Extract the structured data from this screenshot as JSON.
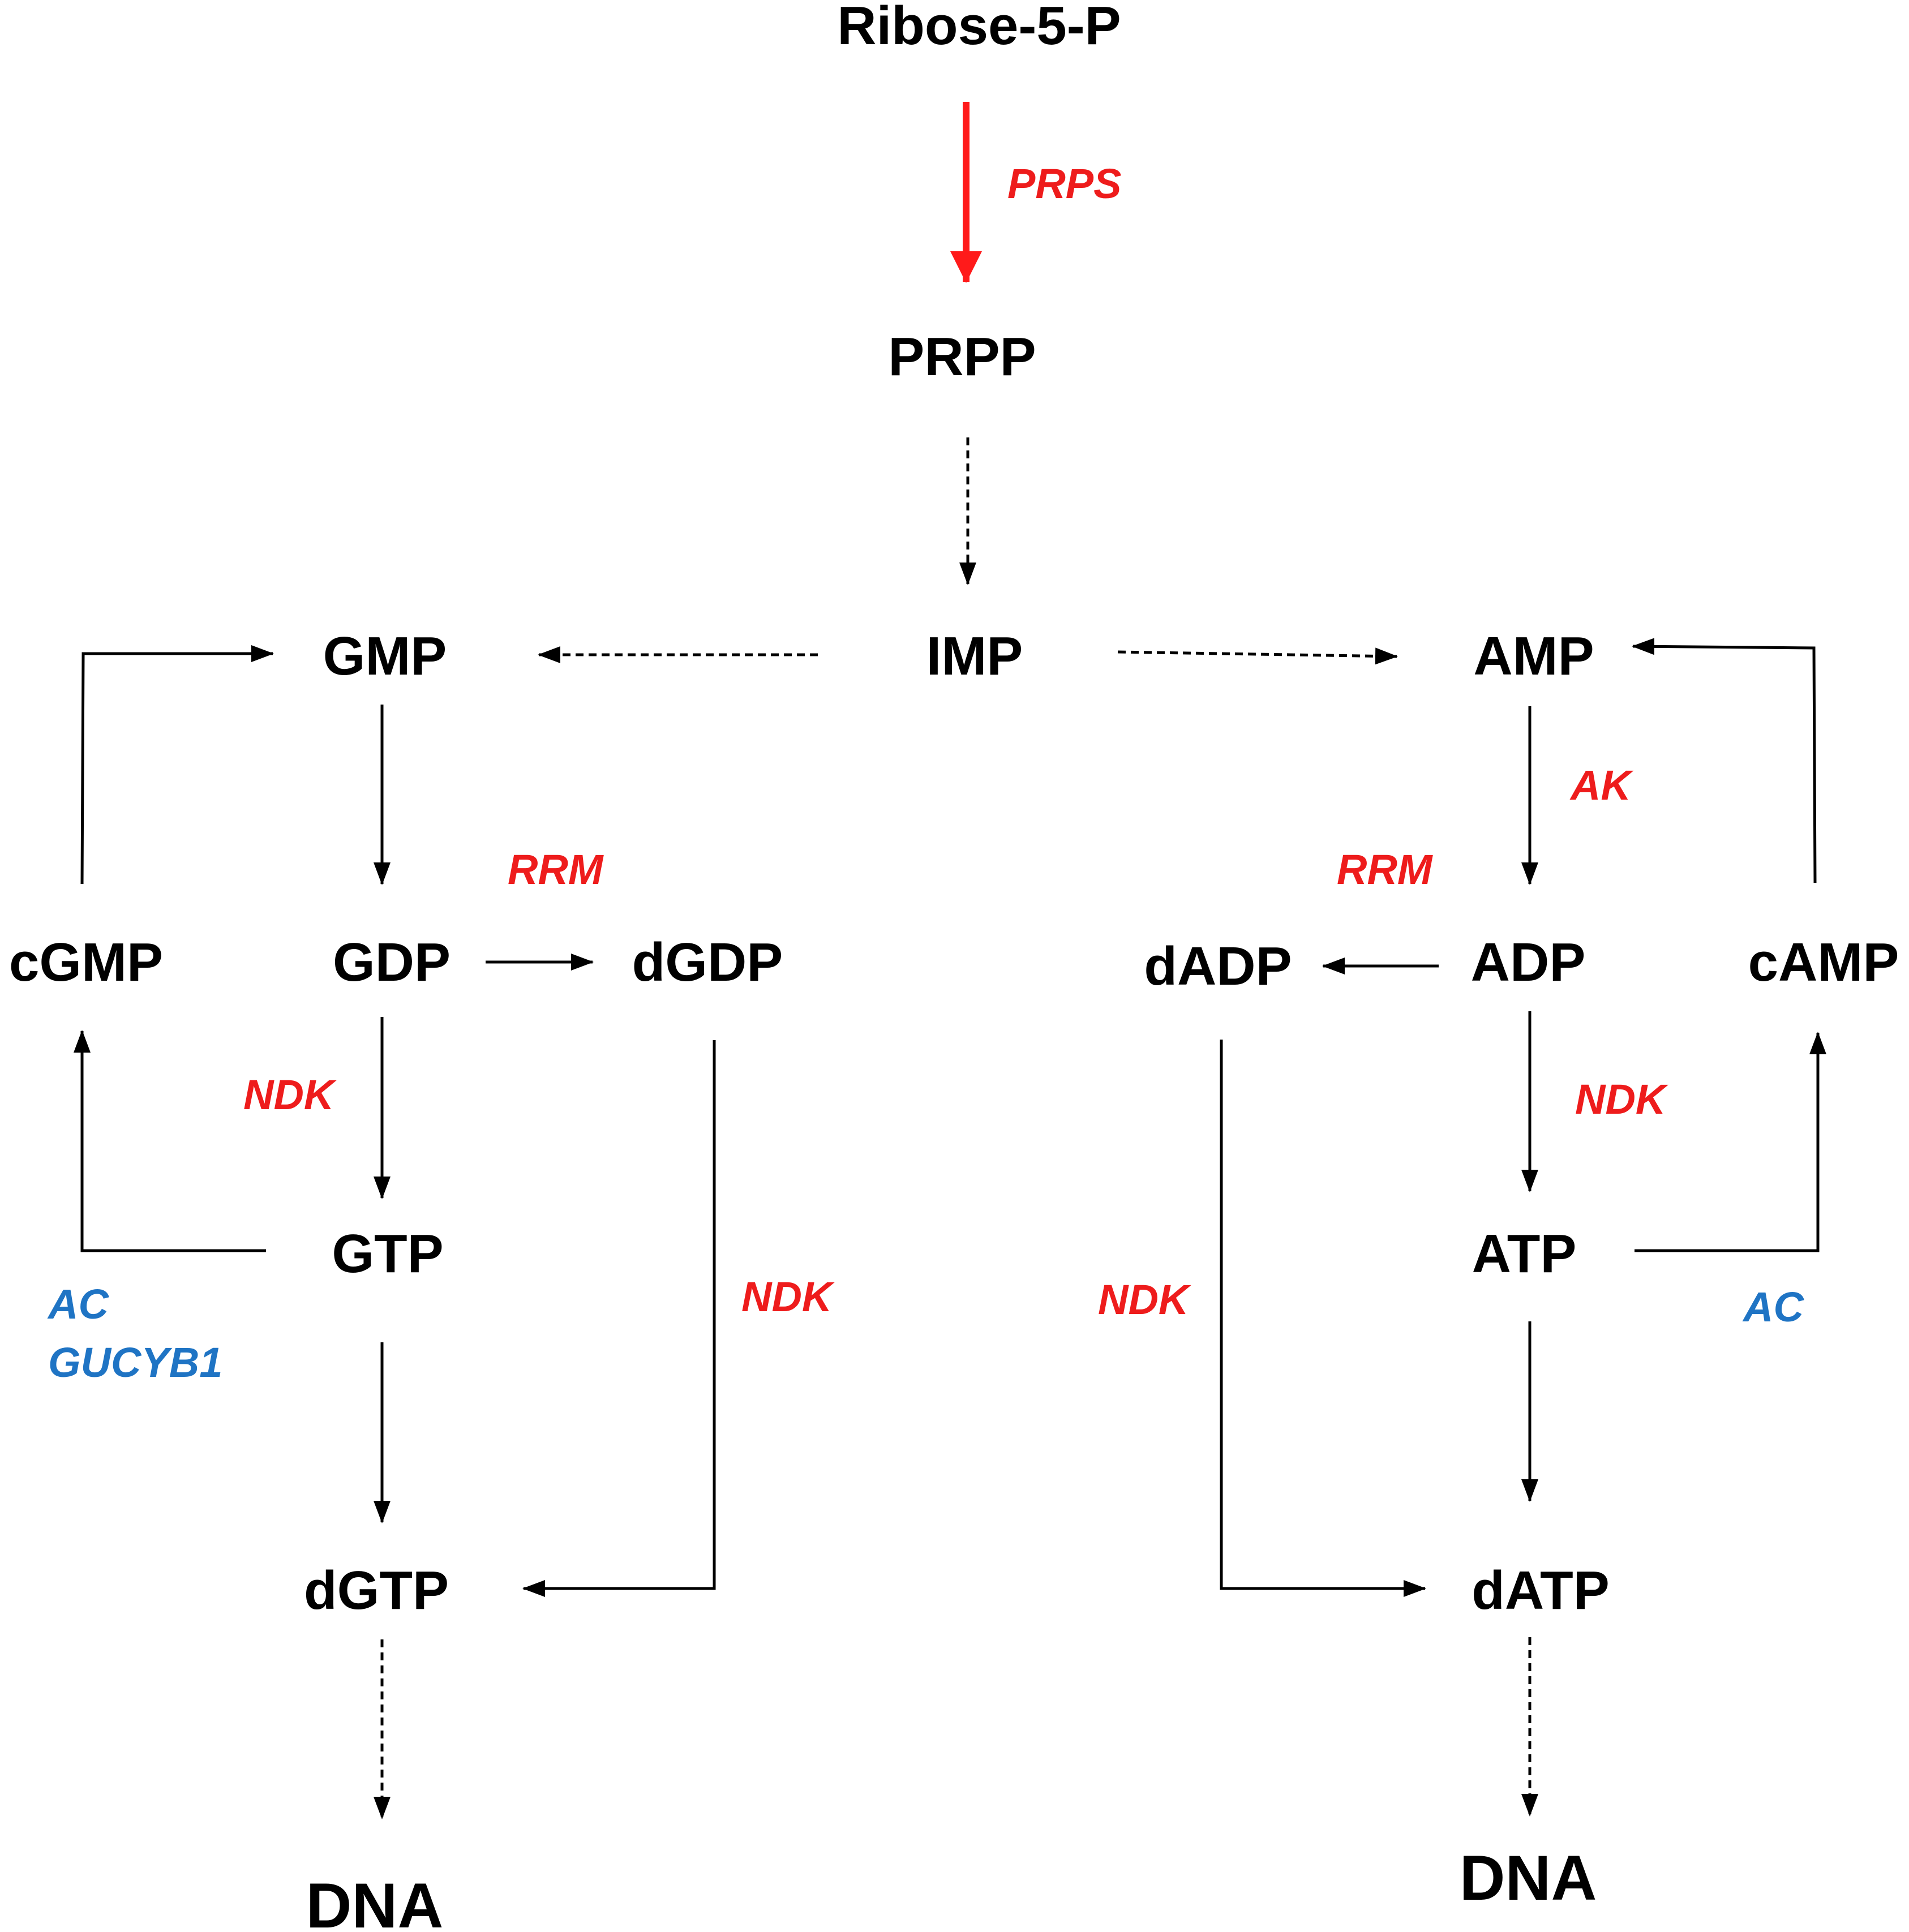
{
  "colors": {
    "node": "#000000",
    "enzyme_red": "#ee1c1c",
    "enzyme_blue": "#1f74c4",
    "arrow_black": "#000000",
    "arrow_red": "#ff1a1a"
  },
  "nodes": {
    "ribose5p": "Ribose-5-P",
    "prpp": "PRPP",
    "imp": "IMP",
    "gmp": "GMP",
    "amp": "AMP",
    "gdp": "GDP",
    "dgdp": "dGDP",
    "adp": "ADP",
    "dadp": "dADP",
    "cgmp": "cGMP",
    "camp": "cAMP",
    "gtp": "GTP",
    "atp": "ATP",
    "dgtp": "dGTP",
    "datp": "dATP",
    "dna_left": "DNA",
    "dna_right": "DNA"
  },
  "enzymes": {
    "prps": "PRPS",
    "ak": "AK",
    "rrm_left": "RRM",
    "rrm_right": "RRM",
    "ndk_gdp_gtp": "NDK",
    "ndk_dgdp_dgtp": "NDK",
    "ndk_dadp_datp": "NDK",
    "ndk_adp_atp": "NDK",
    "ac_left": "AC",
    "gucyb1": "GUCYB1",
    "ac_right": "AC"
  }
}
